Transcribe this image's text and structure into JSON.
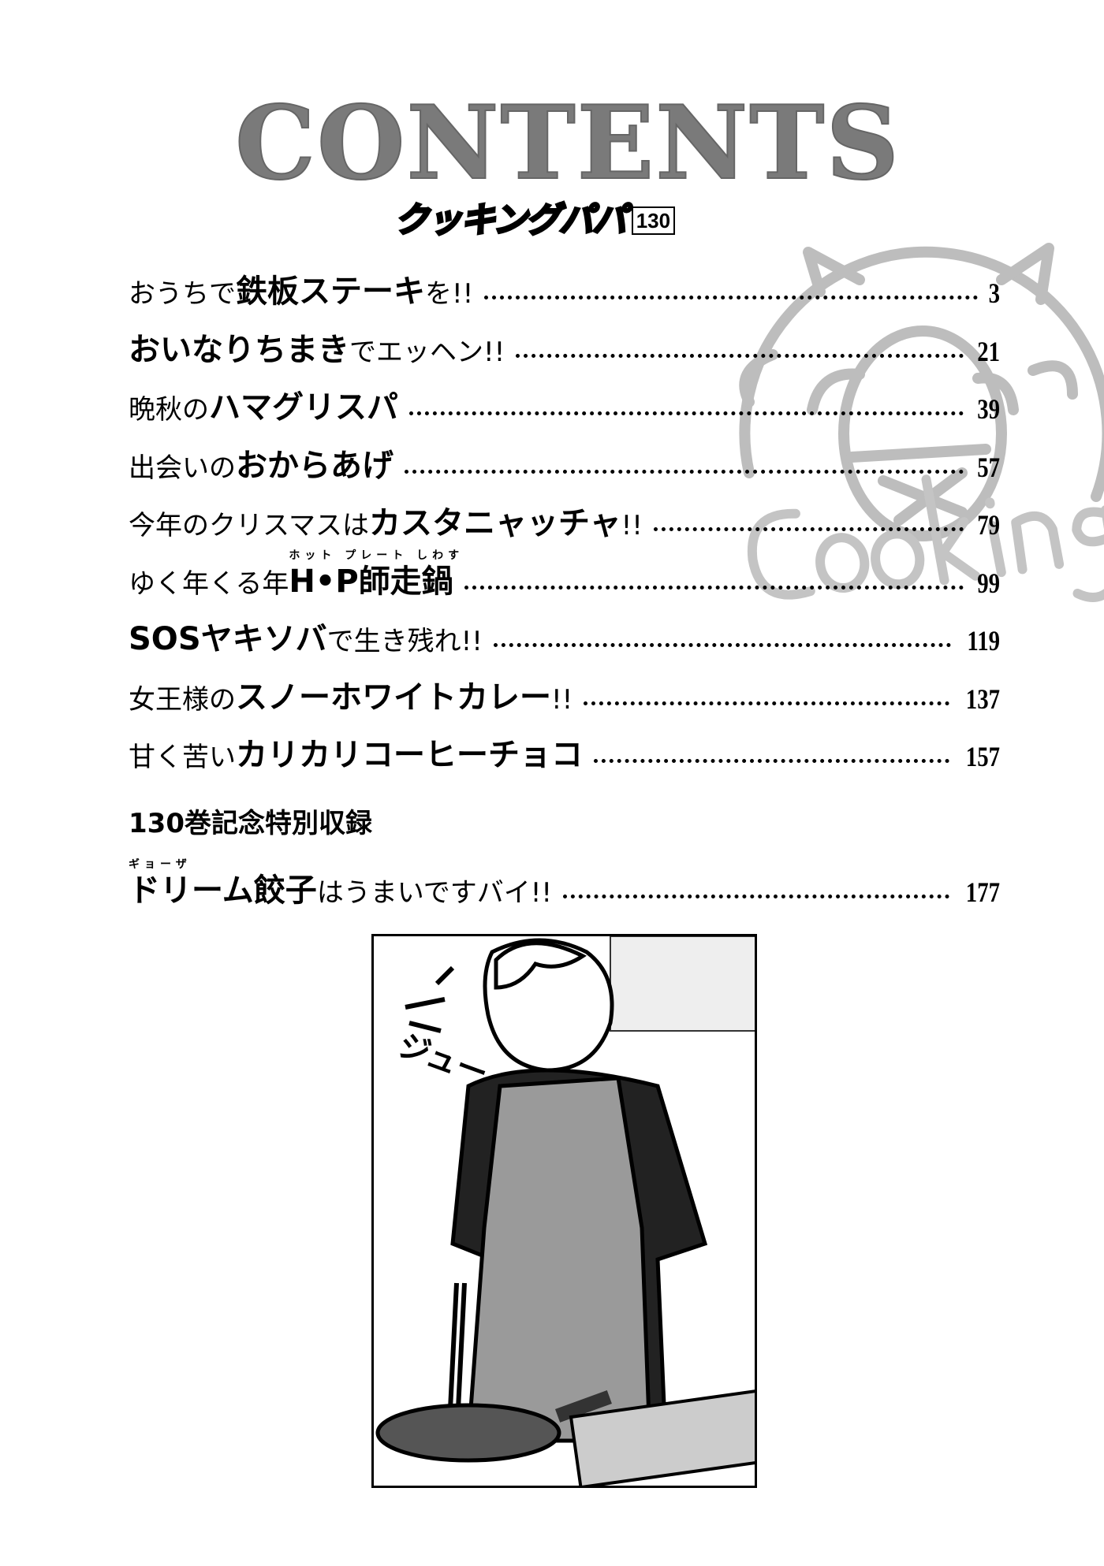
{
  "header": {
    "title": "CONTENTS",
    "series_name": "クッキングパパ",
    "volume": "130"
  },
  "stamp": {
    "text": "Cooking",
    "kanji": "一味"
  },
  "toc": [
    {
      "segments": [
        {
          "text": "おうちで",
          "bold": false
        },
        {
          "text": "鉄板ステーキ",
          "bold": true
        },
        {
          "text": "を!!",
          "bold": false
        }
      ],
      "page": "3"
    },
    {
      "segments": [
        {
          "text": "おいなりちまき",
          "bold": true
        },
        {
          "text": "でエッヘン!!",
          "bold": false
        }
      ],
      "page": "21"
    },
    {
      "segments": [
        {
          "text": "晩秋の",
          "bold": false
        },
        {
          "text": "ハマグリスパ",
          "bold": true
        }
      ],
      "page": "39"
    },
    {
      "segments": [
        {
          "text": "出会いの",
          "bold": false
        },
        {
          "text": "おからあげ",
          "bold": true
        }
      ],
      "page": "57"
    },
    {
      "segments": [
        {
          "text": "今年のクリスマスは",
          "bold": false
        },
        {
          "text": "カスタニャッチャ",
          "bold": true
        },
        {
          "text": "!!",
          "bold": false
        }
      ],
      "page": "79"
    },
    {
      "segments": [
        {
          "text": "ゆく年くる年 ",
          "bold": false
        },
        {
          "text": "H•P師走鍋",
          "bold": true,
          "ruby": "ホット プレート しわす"
        }
      ],
      "page": "99"
    },
    {
      "segments": [
        {
          "text": "SOSヤキソバ",
          "bold": true
        },
        {
          "text": "で生き残れ!!",
          "bold": false
        }
      ],
      "page": "119"
    },
    {
      "segments": [
        {
          "text": "女王様の",
          "bold": false
        },
        {
          "text": "スノーホワイトカレー",
          "bold": true
        },
        {
          "text": "!!",
          "bold": false
        }
      ],
      "page": "137"
    },
    {
      "segments": [
        {
          "text": "甘く苦い",
          "bold": false
        },
        {
          "text": "カリカリコーヒーチョコ",
          "bold": true
        }
      ],
      "page": "157"
    }
  ],
  "special": {
    "heading": "130巻記念特別収録",
    "entry": {
      "segments": [
        {
          "text": "ドリーム餃子",
          "bold": true,
          "ruby": "ギョーザ"
        },
        {
          "text": "はうまいですバイ!!",
          "bold": false
        }
      ],
      "page": "177"
    }
  },
  "illustration": {
    "sfx": "ジュー"
  }
}
